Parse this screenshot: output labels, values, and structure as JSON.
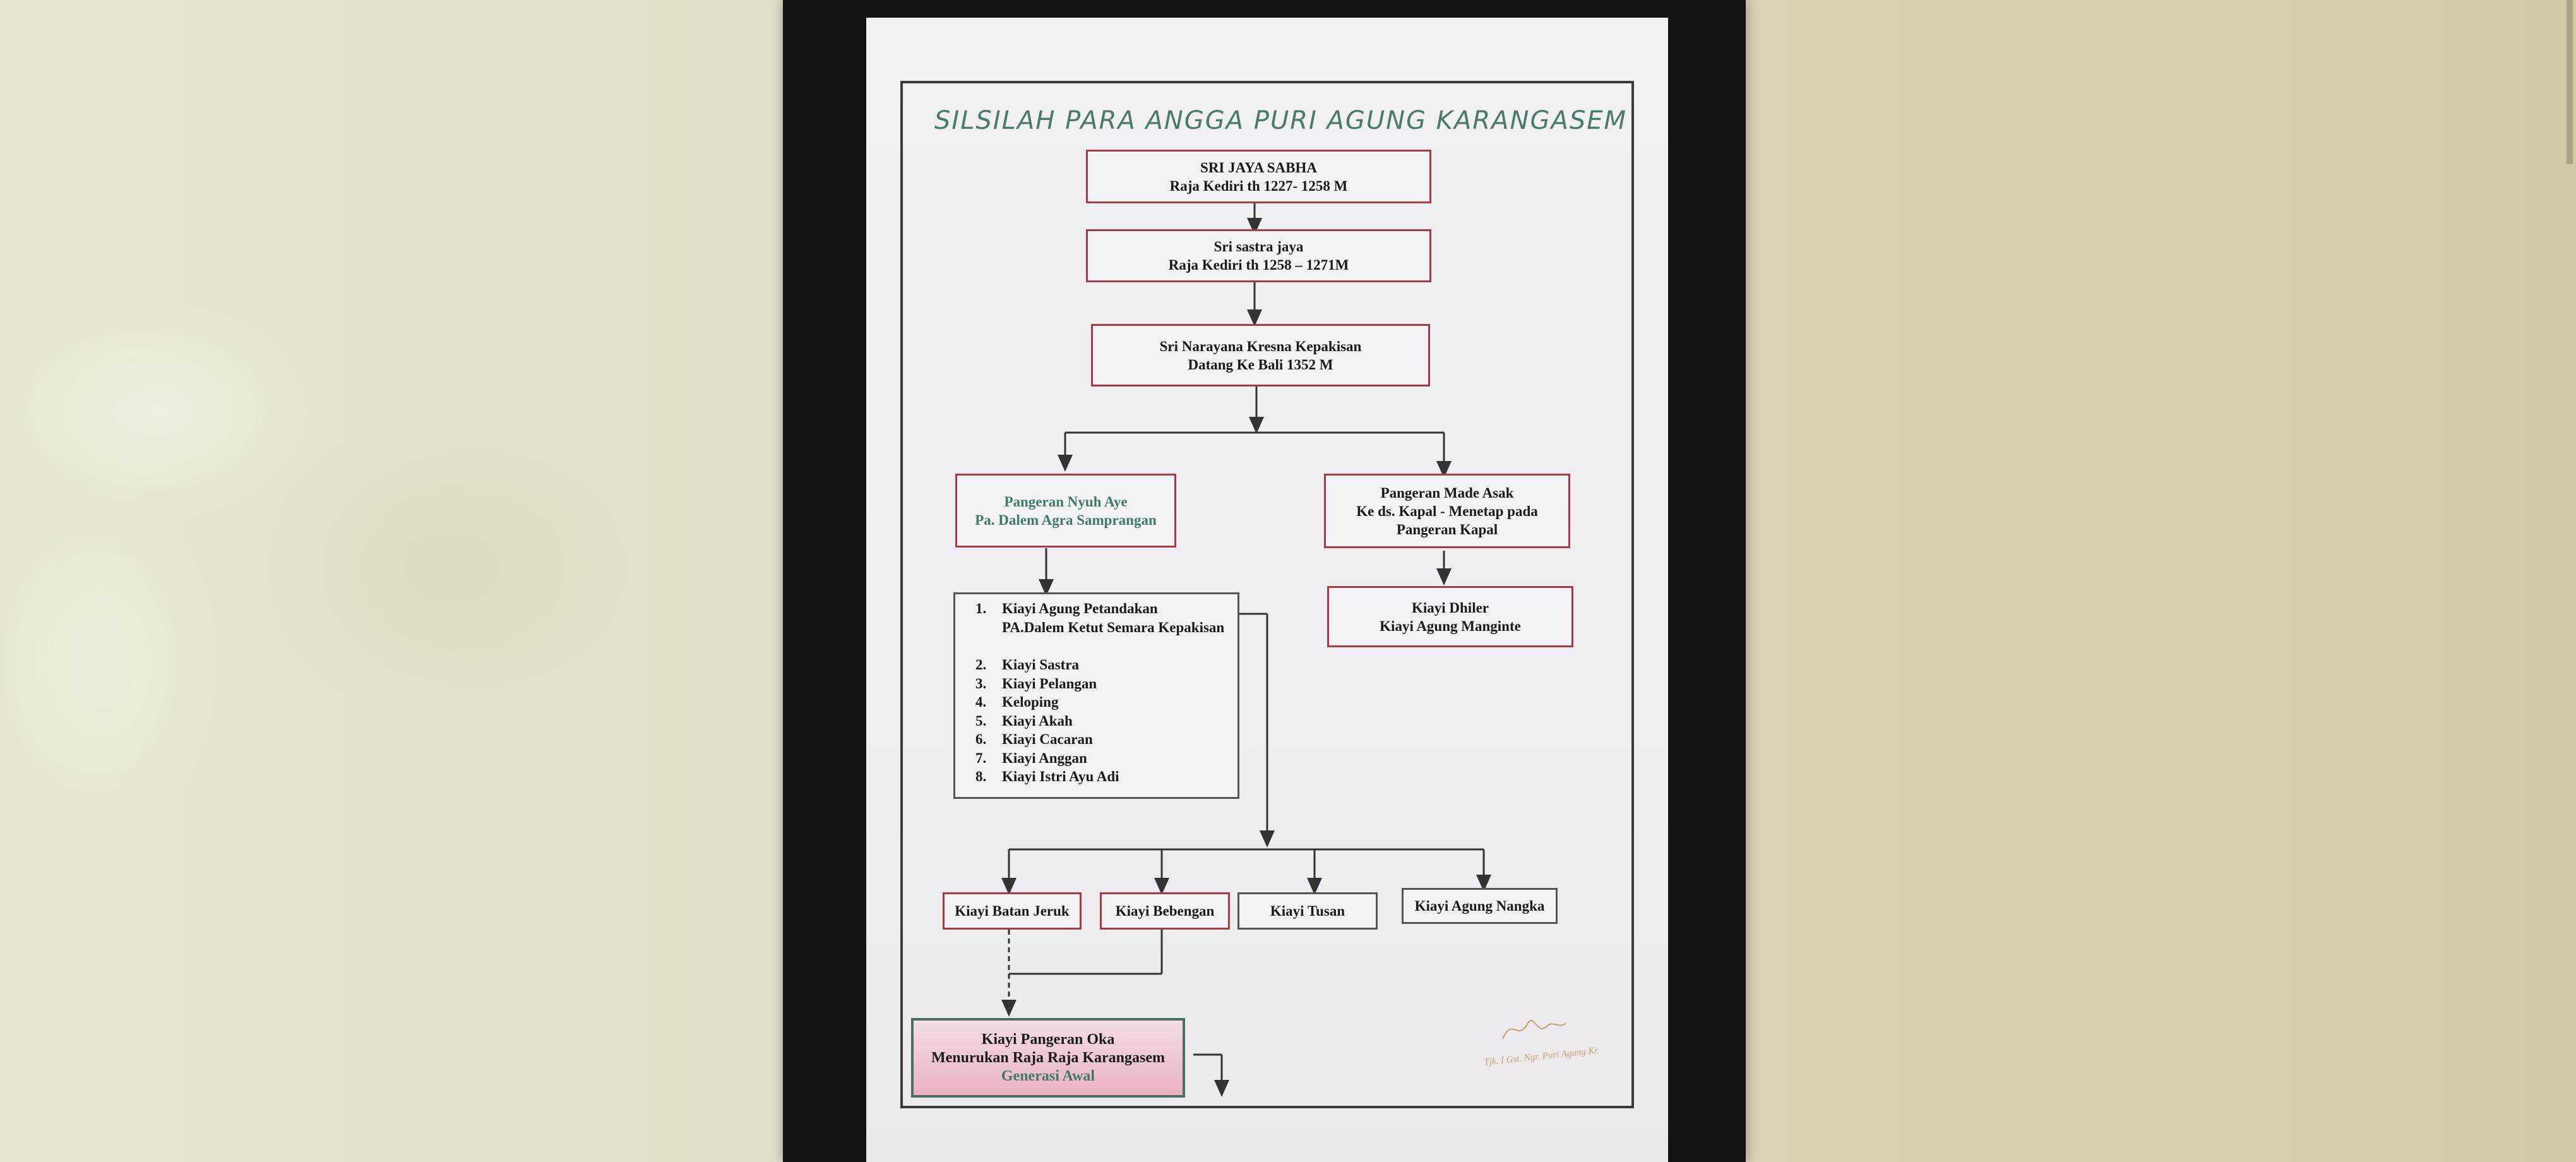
{
  "title": "SILSILAH  PARA ANGGA PURI AGUNG KARANGASEM",
  "nodes": {
    "n1": {
      "line1": "SRI JAYA SABHA",
      "line2": "Raja Kediri  th   1227- 1258 M"
    },
    "n2": {
      "line1": "Sri sastra jaya",
      "line2": "Raja Kediri th 1258 – 1271M"
    },
    "n3": {
      "line1": "Sri  Narayana Kresna Kepakisan",
      "line2": "Datang Ke Bali 1352 M"
    },
    "left_branch": {
      "line1": "Pangeran Nyuh Aye",
      "line2": "Pa. Dalem Agra Samprangan"
    },
    "right_branch": {
      "line1": "Pangeran Made Asak",
      "line2": "Ke ds. Kapal - Menetap pada",
      "line3": "Pangeran Kapal"
    },
    "right_child": {
      "line1": "Kiayi Dhiler",
      "line2": "Kiayi Agung Manginte"
    },
    "children_list": {
      "item1": {
        "num": "1.",
        "line1": "Kiayi Agung Petandakan",
        "line2": "PA.Dalem Ketut Semara Kepakisan"
      },
      "items": [
        {
          "num": "2.",
          "name": "Kiayi Sastra"
        },
        {
          "num": "3.",
          "name": "Kiayi Pelangan"
        },
        {
          "num": "4.",
          "name": "Keloping"
        },
        {
          "num": "5.",
          "name": "Kiayi Akah"
        },
        {
          "num": "6.",
          "name": "Kiayi Cacaran"
        },
        {
          "num": "7.",
          "name": "Kiayi Anggan"
        },
        {
          "num": "8.",
          "name": "Kiayi Istri Ayu Adi"
        }
      ]
    },
    "gen": [
      "Kiayi Batan Jeruk",
      "Kiayi Bebengan",
      "Kiayi Tusan",
      "Kiayi Agung Nangka"
    ],
    "final": {
      "line1": "Kiayi  Pangeran Oka",
      "line2": "Menurukan Raja Raja Karangasem",
      "line3": "Generasi Awal"
    }
  },
  "signature": "Tjk. I Gst. Ngr. Puri Agung Kr.",
  "colors": {
    "box_border": "#a83a45",
    "title": "#4a7a6a",
    "final_fill": "#e9b2c2",
    "frame": "#141414"
  }
}
